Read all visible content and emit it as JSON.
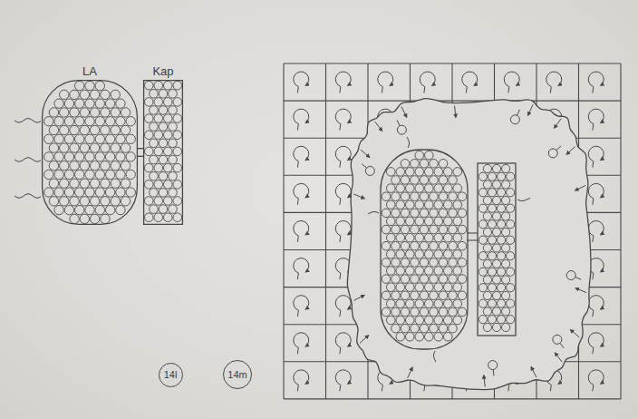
{
  "diagram": {
    "nodes": [
      {
        "text": [
          "LA"
        ]
      },
      {
        "text": [
          "Kap"
        ]
      },
      {
        "text": [
          "14l"
        ]
      },
      {
        "text": [
          "14m"
        ]
      }
    ],
    "edges": [
      {
        "from": 0,
        "to": 1,
        "arrow": "none"
      }
    ]
  }
}
